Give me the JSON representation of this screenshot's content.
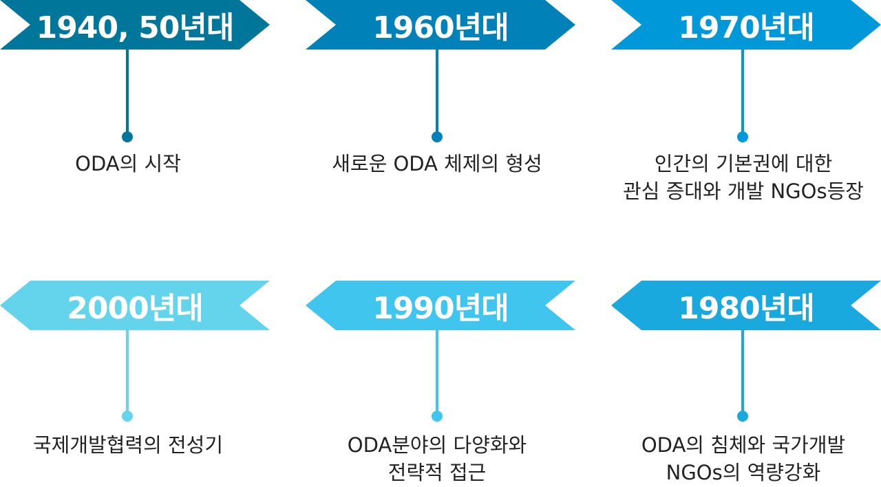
{
  "items": [
    {
      "label": "1940, 50년대",
      "desc": [
        "ODA의 시작"
      ],
      "color": "#00779a"
    },
    {
      "label": "1960년대",
      "desc": [
        "새로운 ODA 체제의 형성"
      ],
      "color": "#0082b8"
    },
    {
      "label": "1970년대",
      "desc": [
        "인간의 기본권에 대한",
        "관심 증대와 개발 NGOs등장"
      ],
      "color": "#0098d8"
    },
    {
      "label": "1980년대",
      "desc": [
        "ODA의 침체와 국가개발",
        "NGOs의 역량강화"
      ],
      "color": "#1aa9de"
    },
    {
      "label": "1990년대",
      "desc": [
        "ODA분야의 다양화와",
        "전략적 접근"
      ],
      "color": "#3fc5ee"
    },
    {
      "label": "2000년대",
      "desc": [
        "국제개발협력의 전성기"
      ],
      "color": "#63d4ec"
    }
  ]
}
